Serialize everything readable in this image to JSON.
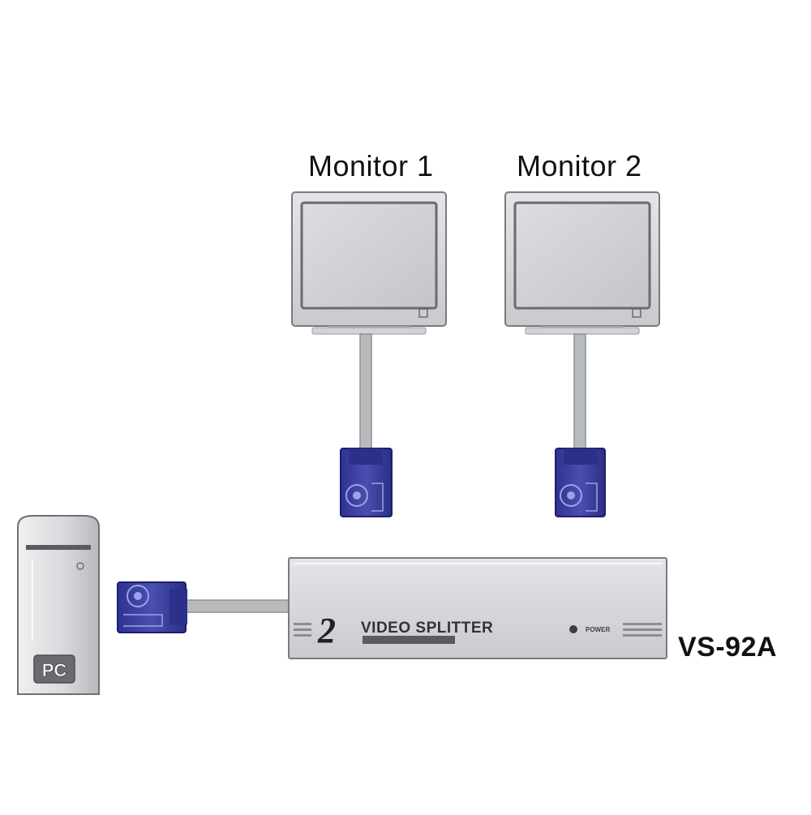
{
  "monitors": [
    {
      "label": "Monitor 1"
    },
    {
      "label": "Monitor 2"
    }
  ],
  "pc": {
    "label": "PC"
  },
  "splitter": {
    "model": "VS-92A",
    "badge_number": "2",
    "name": "VIDEO SPLITTER",
    "power_label": "POWER"
  },
  "colors": {
    "connector": "#3b3f9a",
    "device_body": "#d9dadd",
    "cable": "#b9bcbf",
    "frame": "#6e6e70"
  },
  "icons": [
    "monitor-icon",
    "pc-tower-icon",
    "vga-connector-icon",
    "video-splitter-icon"
  ]
}
